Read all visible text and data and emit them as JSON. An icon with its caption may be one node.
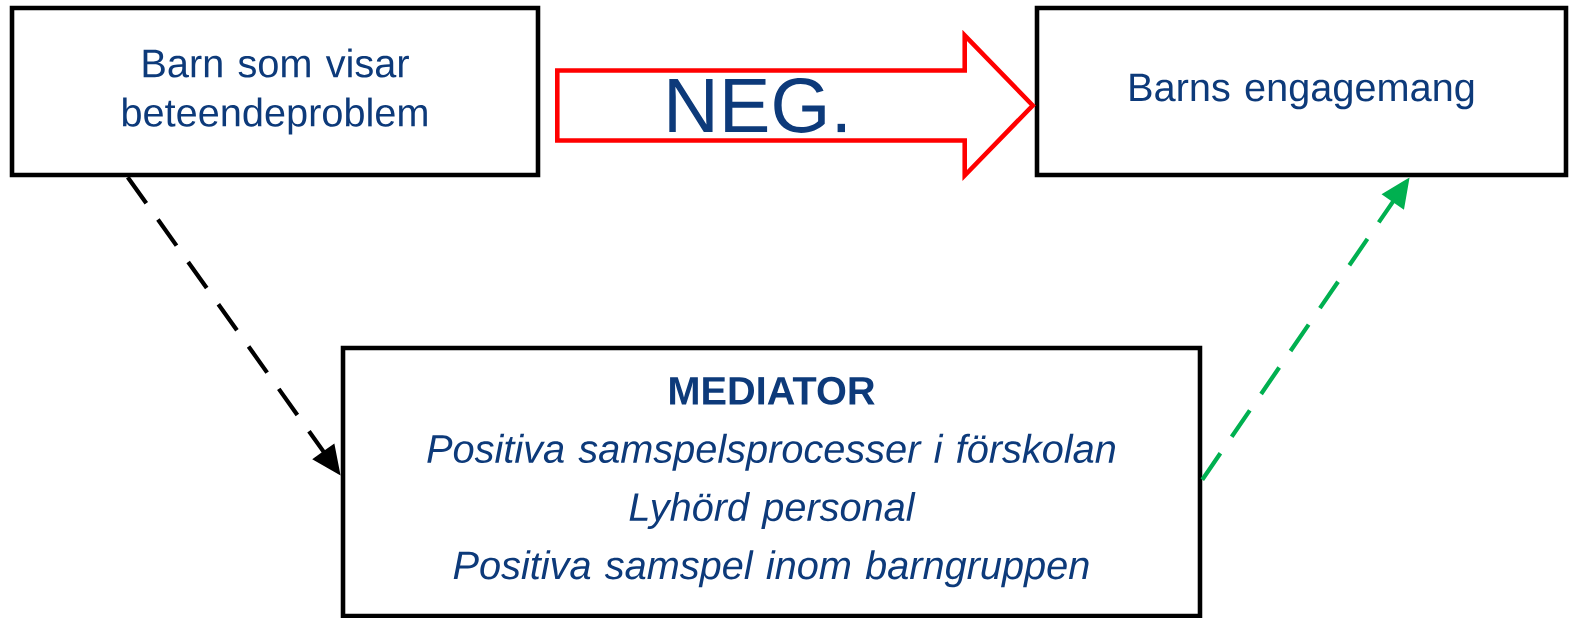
{
  "diagram": {
    "nodes": [
      {
        "text": [
          "Barn som visar beteendeproblem"
        ]
      },
      {
        "text": [
          "Barns engagemang"
        ]
      },
      {
        "text": [
          "MEDIATOR",
          "Positiva samspelsprocesser i förskolan",
          "Lyhörd personal",
          "Positiva samspel inom barngruppen"
        ]
      }
    ],
    "edges": [
      {
        "from": 0,
        "to": 1,
        "arrow": "to",
        "label": "NEG.",
        "style": "thick",
        "color": "#ff0000"
      },
      {
        "from": 0,
        "to": 2,
        "arrow": "to",
        "style": "dashed",
        "color": "#000000"
      },
      {
        "from": 2,
        "to": 1,
        "arrow": "to",
        "style": "dashed",
        "color": "#00b050"
      }
    ]
  }
}
